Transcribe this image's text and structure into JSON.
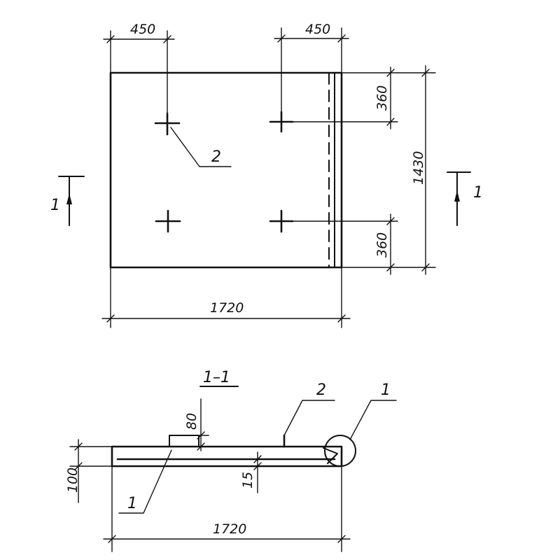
{
  "plan": {
    "dims": {
      "top_left": "450",
      "top_right": "450",
      "right_top": "360",
      "right_bottom": "360",
      "overall_height": "1430",
      "overall_width": "1720"
    },
    "leader_label": "2",
    "section_marks": {
      "left": "1",
      "right": "1"
    }
  },
  "section": {
    "title": "1–1",
    "dims": {
      "thickness": "100",
      "boss_height": "80",
      "rebar_cover": "15",
      "overall_width": "1720"
    },
    "labels": {
      "rebar": "1",
      "insert": "2",
      "detail": "1"
    }
  }
}
